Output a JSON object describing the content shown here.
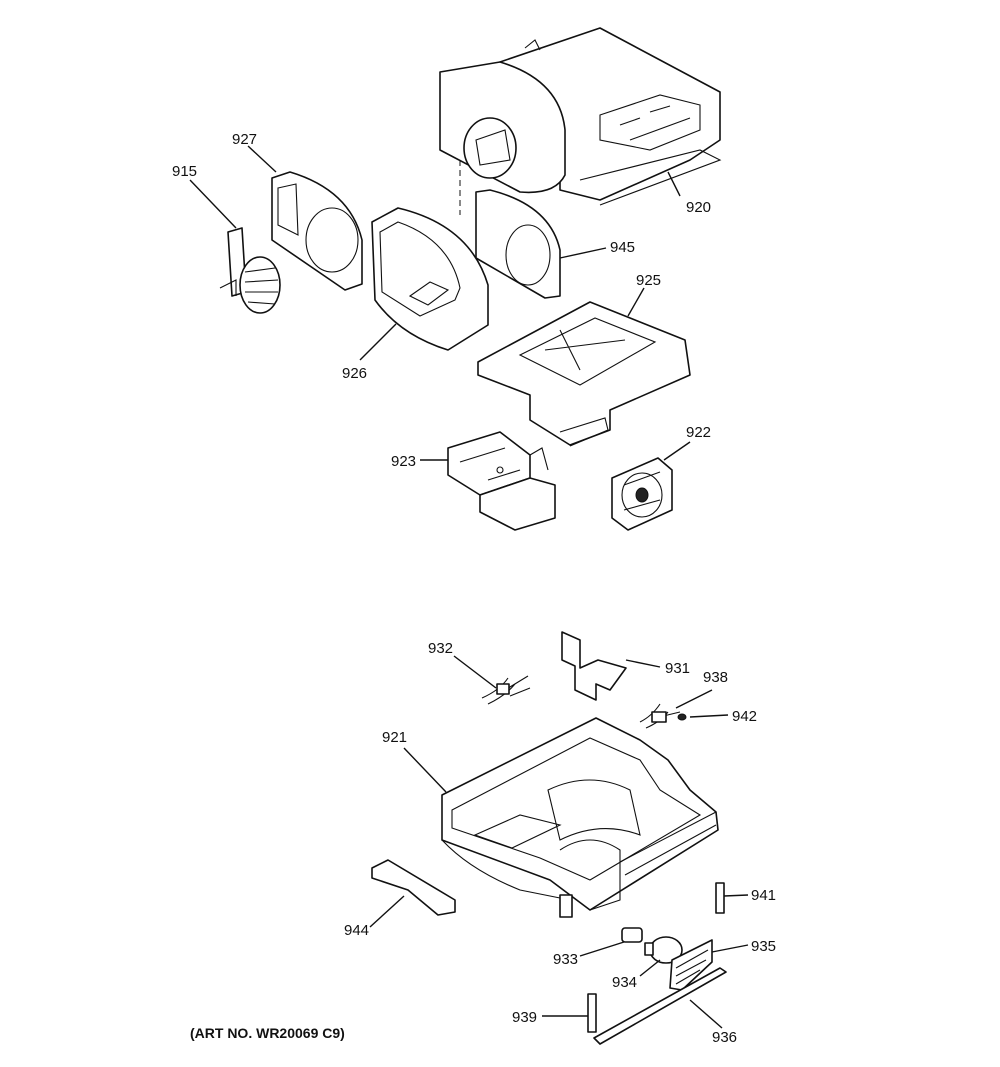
{
  "figure": {
    "art_number": "(ART NO. WR20069 C9)"
  },
  "callouts": {
    "c915": "915",
    "c927": "927",
    "c926": "926",
    "c920": "920",
    "c945": "945",
    "c925": "925",
    "c922": "922",
    "c923": "923",
    "c932": "932",
    "c931": "931",
    "c938": "938",
    "c942": "942",
    "c921": "921",
    "c941": "941",
    "c944": "944",
    "c933": "933",
    "c935": "935",
    "c934": "934",
    "c939": "939",
    "c936": "936"
  }
}
